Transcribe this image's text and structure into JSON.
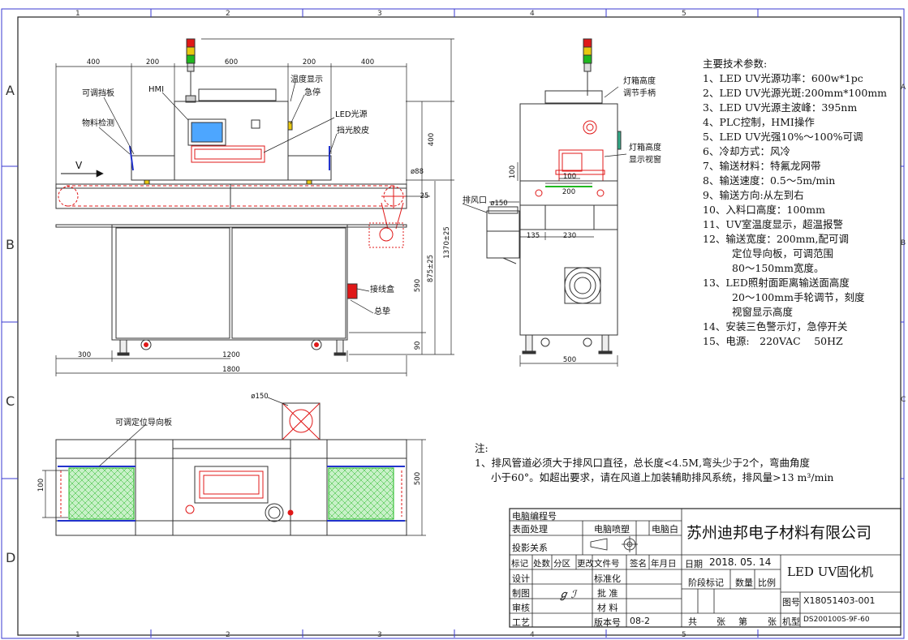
{
  "border": {
    "cols": [
      "1",
      "2",
      "3",
      "4",
      "5"
    ],
    "rows": [
      "A",
      "B",
      "C",
      "D"
    ]
  },
  "front_view": {
    "top_dims": [
      "400",
      "200",
      "600",
      "200",
      "400"
    ],
    "bottom_dims": [
      "300",
      "1200"
    ],
    "overall_width": "1800",
    "right_dims": [
      "400",
      "590",
      "90"
    ],
    "diameter": "ø88",
    "gap": "25",
    "height_875": "875±25",
    "height_1370": "1370±25",
    "labels": {
      "adjustable_baffle": "可调挡板",
      "material_detect": "物料检测",
      "hmi": "HMI",
      "temp_display": "温度显示",
      "estop": "急停",
      "led_source": "LED光源",
      "light_shield": "挡光胶皮",
      "junction_box": "接线盒",
      "main_switch": "总挚",
      "direction": "V"
    }
  },
  "side_view": {
    "labels": {
      "lamp_height_handwheel_1": "灯箱高度",
      "lamp_height_handwheel_2": "调节手柄",
      "lamp_height_window_1": "灯箱高度",
      "lamp_height_window_2": "显示视窗",
      "exhaust": "排风口"
    },
    "dims": {
      "d150": "ø150",
      "h100": "100",
      "w100": "100",
      "w200": "200",
      "w135": "135",
      "w230": "230",
      "w500": "500"
    }
  },
  "top_view": {
    "label_guide": "可调定位导向板",
    "d150": "ø150",
    "dim100": "100",
    "dim500": "500"
  },
  "specs": {
    "title": "主要技术参数:",
    "items": [
      "1、LED UV光源功率：600w*1pc",
      "2、LED UV光源光斑:200mm*100mm",
      "3、LED UV光源主波峰：395nm",
      "4、PLC控制，HMI操作",
      "5、LED UV光强10%～100%可调",
      "6、冷却方式：风冷",
      "7、输送材料：特氟龙网带",
      "8、输送速度：0.5～5m/min",
      "9、输送方向:从左到右",
      "10、入料口高度：100mm",
      "11、UV室温度显示，超温报警",
      "12、输送宽度：200mm,配可调",
      "定位导向板，可调范围",
      "80～150mm宽度。",
      "13、LED照射面距离输送面高度",
      "20～100mm手轮调节，刻度",
      "视窗显示高度",
      "14、安装三色警示灯，急停开关",
      "15、电源:　220VAC　 50HZ"
    ]
  },
  "notes": {
    "title": "注:",
    "line1": "1、排风管道必须大于排风口直径，总长度<4.5M,弯头少于2个，弯曲角度",
    "line2": "小于60°。如超出要求，请在风道上加装辅助排风系统，排风量>13 m³/min"
  },
  "title_block": {
    "computer_no": "电脑编程号",
    "surface": "表面处理",
    "surface_val": "电脑喷塑",
    "color": "电脑白",
    "projection": "投影关系",
    "company": "苏州迪邦电子材料有限公司",
    "rev_headers": [
      "标记",
      "处数",
      "分区",
      "更改文件号",
      "签名",
      "年月日"
    ],
    "date_label": "日期",
    "date": "2018. 05. 14",
    "product": "LED  UV固化机",
    "design": "设计",
    "standard": "标准化",
    "drawn": "制图",
    "drawn_sig": "ℊ ℐ",
    "approve": "批 准",
    "check": "审核",
    "material": "材 料",
    "process": "工艺",
    "version_label": "版本号",
    "version": "08-2",
    "stage_marks": "阶段标记",
    "quantity": "数量",
    "scale": "比例",
    "drawing_no_label": "图号",
    "drawing_no": "X18051403-001",
    "total": "共",
    "sheets": "张",
    "sheet_no": "第",
    "sheet_word": "张",
    "model_label": "机型",
    "model": "DS200100S-9F-60"
  },
  "colors": {
    "line": "#1a1aa6",
    "red": "#e01818",
    "green": "#1fb81f",
    "yellow": "#e8c810"
  }
}
